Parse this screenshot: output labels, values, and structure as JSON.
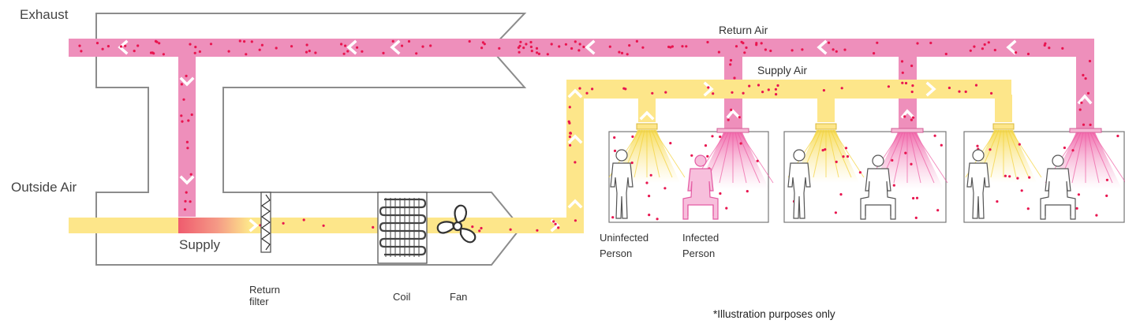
{
  "labels": {
    "exhaust": "Exhaust",
    "outside_air": "Outside Air",
    "return_air": "Return Air",
    "supply_air": "Supply Air",
    "supply": "Supply",
    "return_filter_1": "Return",
    "return_filter_2": "filter",
    "coil": "Coil",
    "fan": "Fan",
    "uninfected_1": "Uninfected",
    "uninfected_2": "Person",
    "infected_1": "Infected",
    "infected_2": "Person",
    "disclaimer": "*Illustration purposes only"
  },
  "colors": {
    "return_air": "#ee8fbb",
    "supply_air": "#fde68a",
    "particle": "#e8154f",
    "outline": "#8c8c8c",
    "infected": "#f06eb0"
  }
}
